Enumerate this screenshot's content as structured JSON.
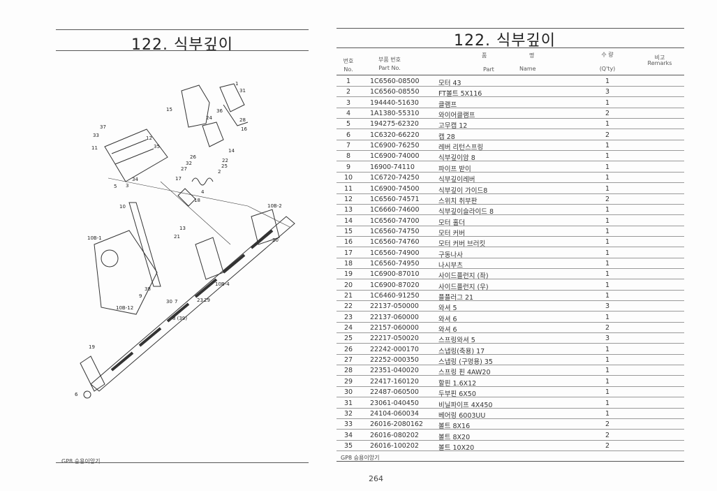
{
  "left_page": {
    "title": "122. 식부깊이",
    "footer": "GP8 승용이앙기",
    "callouts": [
      "1",
      "31",
      "15",
      "36",
      "24",
      "28",
      "16",
      "37",
      "33",
      "12",
      "35",
      "11",
      "26",
      "32",
      "27",
      "14",
      "22",
      "25",
      "2",
      "17",
      "4",
      "5",
      "34",
      "3",
      "18",
      "10",
      "13",
      "21",
      "20",
      "7",
      "38",
      "9",
      "30",
      "23",
      "29",
      "8 (39)",
      "19",
      "6",
      "10B-2",
      "10B-1",
      "10B-4",
      "10B-12"
    ]
  },
  "right_page": {
    "title": "122. 식부깊이",
    "headers": {
      "no_ko": "번호",
      "no_en": "No.",
      "part_no_ko": "부품 번호",
      "part_no_en": "Part  No.",
      "name_ko_1": "품",
      "name_ko_2": "명",
      "name_en_1": "Part",
      "name_en_2": "Name",
      "qty_ko": "수  량",
      "qty_en": "(Q'ty)",
      "remarks_ko": "비고",
      "remarks_en": "Remarks"
    },
    "rows": [
      {
        "no": "1",
        "part_no": "1C6560-08500",
        "name": "모터 43",
        "qty": "1"
      },
      {
        "no": "2",
        "part_no": "1C6560-08550",
        "name": "FT볼트 5X116",
        "qty": "3"
      },
      {
        "no": "3",
        "part_no": "194440-51630",
        "name": "클램프",
        "qty": "1"
      },
      {
        "no": "4",
        "part_no": "1A1380-55310",
        "name": "와이어클램프",
        "qty": "2"
      },
      {
        "no": "5",
        "part_no": "194275-62320",
        "name": "고무캡 12",
        "qty": "1"
      },
      {
        "no": "6",
        "part_no": "1C6320-66220",
        "name": "캡 28",
        "qty": "2"
      },
      {
        "no": "7",
        "part_no": "1C6900-76250",
        "name": "레버 리턴스프링",
        "qty": "1"
      },
      {
        "no": "8",
        "part_no": "1C6900-74000",
        "name": "식부깊이암 8",
        "qty": "1"
      },
      {
        "no": "9",
        "part_no": "16900-74110",
        "name": "파이프 받이",
        "qty": "1"
      },
      {
        "no": "10",
        "part_no": "1C6720-74250",
        "name": "식부깊이레버",
        "qty": "1"
      },
      {
        "no": "11",
        "part_no": "1C6900-74500",
        "name": "식부깊이 가이드8",
        "qty": "1"
      },
      {
        "no": "12",
        "part_no": "1C6560-74571",
        "name": "스위치 취부판",
        "qty": "2"
      },
      {
        "no": "13",
        "part_no": "1C6660-74600",
        "name": "식부깊이슬라이드 8",
        "qty": "1"
      },
      {
        "no": "14",
        "part_no": "1C6560-74700",
        "name": "모터 홀더",
        "qty": "1"
      },
      {
        "no": "15",
        "part_no": "1C6560-74750",
        "name": "모터 커버",
        "qty": "1"
      },
      {
        "no": "16",
        "part_no": "1C6560-74760",
        "name": "모터 커버 브러킷",
        "qty": "1"
      },
      {
        "no": "17",
        "part_no": "1C6560-74900",
        "name": "구동나사",
        "qty": "1"
      },
      {
        "no": "18",
        "part_no": "1C6560-74950",
        "name": "나시부츠",
        "qty": "1"
      },
      {
        "no": "19",
        "part_no": "1C6900-87010",
        "name": "사이드플런지 (좌)",
        "qty": "1"
      },
      {
        "no": "20",
        "part_no": "1C6900-87020",
        "name": "사이드플런지 (우)",
        "qty": "1"
      },
      {
        "no": "21",
        "part_no": "1C6460-91250",
        "name": "플플러그 21",
        "qty": "1"
      },
      {
        "no": "22",
        "part_no": "22137-050000",
        "name": "와셔 5",
        "qty": "3"
      },
      {
        "no": "23",
        "part_no": "22137-060000",
        "name": "와셔 6",
        "qty": "1"
      },
      {
        "no": "24",
        "part_no": "22157-060000",
        "name": "와셔 6",
        "qty": "2"
      },
      {
        "no": "25",
        "part_no": "22217-050020",
        "name": "스프링와셔 5",
        "qty": "3"
      },
      {
        "no": "26",
        "part_no": "22242-000170",
        "name": "스냅링(축용) 17",
        "qty": "1"
      },
      {
        "no": "27",
        "part_no": "22252-000350",
        "name": "스냅링 (구멍용) 35",
        "qty": "1"
      },
      {
        "no": "28",
        "part_no": "22351-040020",
        "name": "스프링 핀 4AW20",
        "qty": "1"
      },
      {
        "no": "29",
        "part_no": "22417-160120",
        "name": "할핀 1.6X12",
        "qty": "1"
      },
      {
        "no": "30",
        "part_no": "22487-060500",
        "name": "두부핀 6X50",
        "qty": "1"
      },
      {
        "no": "31",
        "part_no": "23061-040450",
        "name": "비닐파이프 4X450",
        "qty": "1"
      },
      {
        "no": "32",
        "part_no": "24104-060034",
        "name": "베어링 6003UU",
        "qty": "1"
      },
      {
        "no": "33",
        "part_no": "26016-2080162",
        "name": "볼트 8X16",
        "qty": "2"
      },
      {
        "no": "34",
        "part_no": "26016-080202",
        "name": "볼트 8X20",
        "qty": "2"
      },
      {
        "no": "35",
        "part_no": "26016-100202",
        "name": "볼트 10X20",
        "qty": "2"
      }
    ],
    "footer": "GP8 승용이앙기",
    "page_number": "264"
  }
}
